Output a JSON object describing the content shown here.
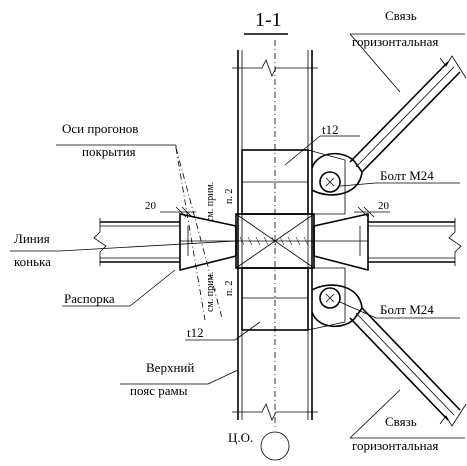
{
  "title": "1-1",
  "labels": {
    "brace_top_1": "Связь",
    "brace_top_2": "горизонтальная",
    "plate_top": "t12",
    "bolt_top": "Болт М24",
    "purlin_axes_1": "Оси прогонов",
    "purlin_axes_2": "покрытия",
    "ridge_1": "Линия",
    "ridge_2": "конька",
    "dim_left": "20",
    "dim_right": "20",
    "note_top_1": "см. прим.",
    "note_top_2": "п. 2",
    "note_bottom_1": "см. прим.",
    "note_bottom_2": "п. 2",
    "strut": "Распорка",
    "bolt_bottom": "Болт М24",
    "plate_bottom": "t12",
    "chord_1": "Верхний",
    "chord_2": "пояс рамы",
    "brace_bottom_1": "Связь",
    "brace_bottom_2": "горизонтальная",
    "center_axis": "Ц.О."
  }
}
